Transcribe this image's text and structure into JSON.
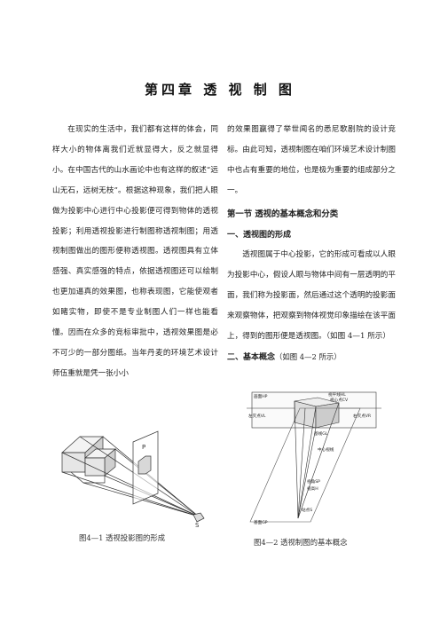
{
  "chapter": {
    "title": "第四章  透 视 制 图"
  },
  "left_column": {
    "paragraph": "在现实的生活中，我们都有这样的体会，同样大小的物体离我们近就显得大，反之就显得小。在中国古代的山水画论中也有这样的叙述“远山无石，远树无枝”。根据这种现象，我们把人眼做为投影中心进行中心投影便可得到物体的透视投影；利用透视投影进行制图称透视制图；用透视制图做出的图形便称透视图。透视图具有立体感强、真实感强的特点，依据透视图还可以绘制也更加逼真的效果图，也称表现图，它能使观者如睹实物，即使不是专业制图人们一样也能看懂。因而在众多的竞标审批中，透视效果图是必不可少的一部分图纸。当年丹麦的环境艺术设计师伍重就是凭一张小小"
  },
  "right_column": {
    "continuation": "的效果图赢得了举世闻名的悉尼歌剧院的设计竞标。由此可知，透视制图在咱们环境艺术设计制图中也占有重要的地位，也是极为重要的组成部分之一。",
    "section_heading": "第一节 透视的基本概念和分类",
    "subsection1_heading": "一、透视图的形成",
    "subsection1_text": "透视图属于中心投影，它的形成可看成以人眼为投影中心，假设人眼与物体中间有一层透明的平面，我们称为投影面，然后通过这个透明的投影面来观察物体，把观察到物体视觉印象描绘在该平面上，得到的图形便是透视图。（如图 4—1 所示）",
    "subsection2_heading": "二、基本概念",
    "subsection2_note": "（如图 4—2 所示）"
  },
  "figure1": {
    "caption": "图4—1  透视投影图的形成",
    "labels": {
      "plane": "P",
      "station": "S"
    }
  },
  "figure2": {
    "caption": "图4—2  透视制图的基本概念",
    "labels": [
      "画面HP",
      "视平线HL",
      "视心点CV",
      "左灭点VL",
      "右灭点VR",
      "基线GL",
      "中心视线",
      "视角SP",
      "视高H",
      "站点S",
      "基面GP"
    ]
  }
}
